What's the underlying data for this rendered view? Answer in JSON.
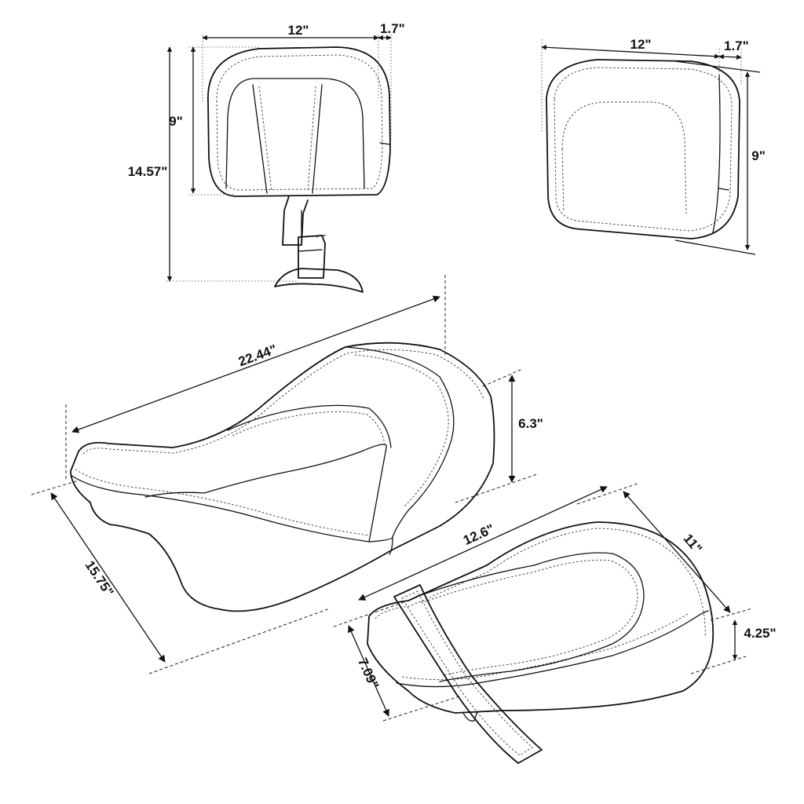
{
  "components": {
    "driver_backrest": {
      "width": "12\"",
      "depth": "1.7\"",
      "pad_height": "9\"",
      "total_height": "14.57\""
    },
    "passenger_backrest": {
      "width": "12\"",
      "depth": "1.7\"",
      "height": "9\""
    },
    "driver_seat": {
      "length": "22.44\"",
      "width": "15.75\"",
      "height": "6.3\""
    },
    "passenger_seat": {
      "length": "12.6\"",
      "width": "11\"",
      "height": "4.25\"",
      "front_width": "7.09\""
    }
  },
  "colors": {
    "line": "#111111",
    "background": "#ffffff"
  }
}
